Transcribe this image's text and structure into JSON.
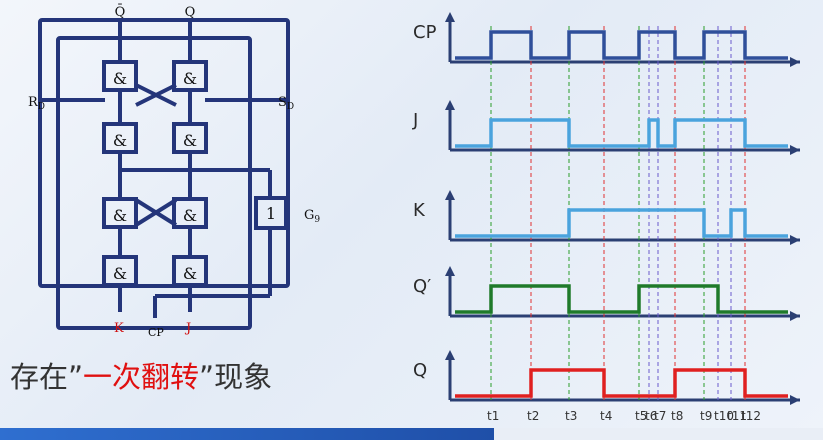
{
  "circuit": {
    "top_labels": [
      "Q̄",
      "Q"
    ],
    "side_labels": {
      "left": "R",
      "left_sub": "D",
      "right": "S",
      "right_sub": "D"
    },
    "gate_and_symbol": "&",
    "gate_or_symbol": "1",
    "g9_label": "G",
    "g9_sub": "9",
    "inputs": [
      "K",
      "CP",
      "J"
    ]
  },
  "caption": {
    "open_quote": "存在”",
    "highlight": "一次翻转",
    "close": "”现象"
  },
  "waves": {
    "signals": [
      "CP",
      "J",
      "K",
      "Q′",
      "Q"
    ],
    "time_labels": [
      "t1",
      "t2",
      "t3",
      "t4",
      "t5",
      "t6",
      "t7",
      "t8",
      "t9",
      "t10",
      "t11",
      "t12"
    ],
    "colors": {
      "CP": "#2f4f9a",
      "J": "#4aa3dd",
      "K": "#4aa3dd",
      "Qp": "#1f7a2a",
      "Q": "#e02020",
      "axis": "#2b3f73"
    }
  },
  "chart_data": {
    "type": "line",
    "title": "",
    "x": [
      "t1",
      "t2",
      "t3",
      "t4",
      "t5",
      "t6",
      "t7",
      "t8",
      "t9",
      "t10",
      "t11",
      "t12"
    ],
    "series": [
      {
        "name": "CP",
        "values": [
          1,
          0,
          1,
          0,
          1,
          1,
          1,
          0,
          1,
          1,
          1,
          0
        ]
      },
      {
        "name": "J",
        "values": [
          1,
          1,
          0,
          0,
          0,
          1,
          0,
          1,
          1,
          1,
          1,
          0
        ]
      },
      {
        "name": "K",
        "values": [
          0,
          0,
          1,
          1,
          1,
          1,
          1,
          1,
          0,
          0,
          1,
          0
        ]
      },
      {
        "name": "Q′",
        "values": [
          1,
          1,
          0,
          0,
          1,
          1,
          1,
          1,
          1,
          0,
          0,
          0
        ]
      },
      {
        "name": "Q",
        "values": [
          0,
          1,
          1,
          0,
          0,
          0,
          0,
          1,
          1,
          1,
          1,
          0
        ]
      }
    ]
  }
}
